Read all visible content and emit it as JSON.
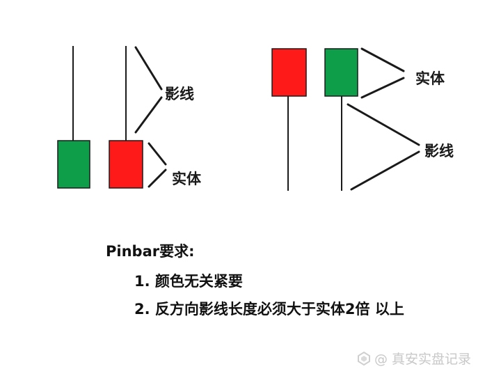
{
  "diagram": {
    "left_group": {
      "wick_label": "影线",
      "body_label": "实体"
    },
    "right_group": {
      "body_label": "实体",
      "wick_label": "影线"
    },
    "colors": {
      "green": "#0e9e4a",
      "red": "#ff1a1a",
      "line": "#1a1a1a"
    }
  },
  "requirements": {
    "title": "Pinbar要求:",
    "items": [
      "1. 颜色无关紧要",
      "2. 反方向影线长度必须大于实体2倍 以上"
    ]
  },
  "watermark": {
    "text": "@ 真安实盘记录"
  }
}
